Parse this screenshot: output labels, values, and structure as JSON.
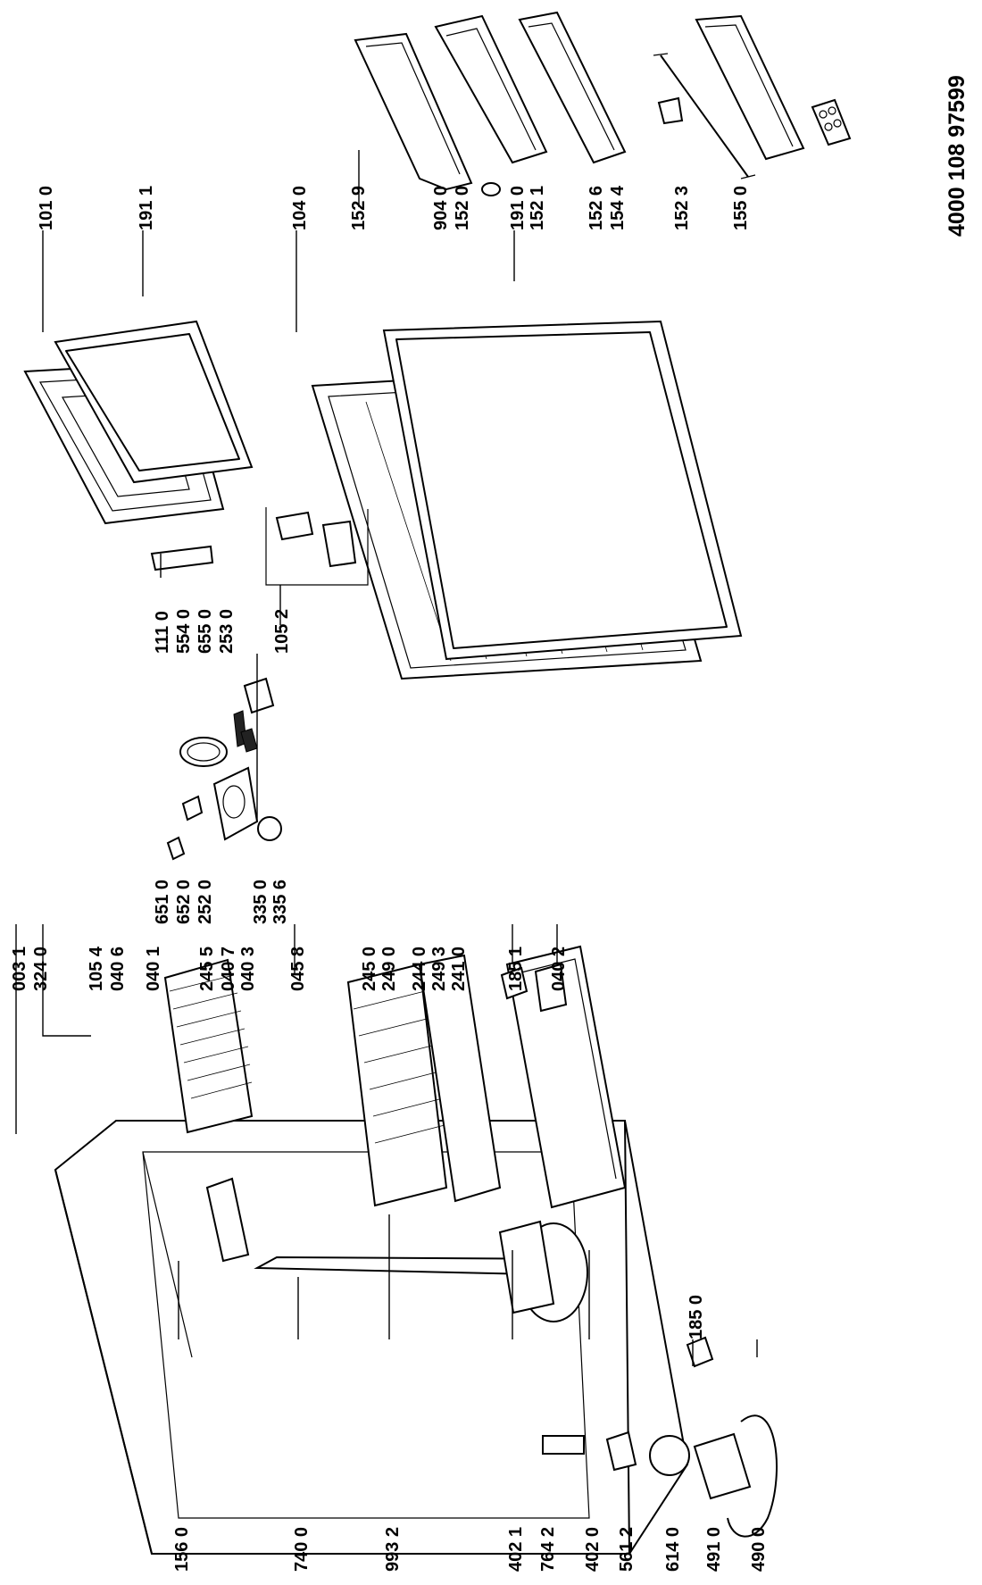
{
  "doc_number": "4000  108 97599",
  "labels": {
    "l1010": "101 0",
    "l1911a": "191 1",
    "l1040": "104 0",
    "l1529": "152 9",
    "l9040": "904 0",
    "l1520": "152 0",
    "l1910": "191 0",
    "l1521": "152 1",
    "l1526": "152 6",
    "l1544": "154 4",
    "l1523": "152 3",
    "l1550": "155 0",
    "l1110": "111 0",
    "l5540": "554 0",
    "l6550": "655 0",
    "l2530": "253 0",
    "l1052": "105 2",
    "l6510": "651 0",
    "l6520": "652 0",
    "l2520": "252 0",
    "l3350": "335 0",
    "l3356": "335 6",
    "l0031": "003 1",
    "l3240": "324 0",
    "l1054": "105 4",
    "l0406": "040 6",
    "l0401": "040 1",
    "l2455": "245 5",
    "l0407": "040 7",
    "l0403": "040 3",
    "l0458": "045 8",
    "l2450": "245 0",
    "l2490": "249 0",
    "l2440": "244 0",
    "l2493": "249 3",
    "l2410": "241 0",
    "l1851": "185 1",
    "l0402": "040 2",
    "l1560": "156 0",
    "l7400": "740 0",
    "l9932": "993 2",
    "l4021": "402 1",
    "l7642": "764 2",
    "l4020": "402 0",
    "l5612": "561 2",
    "l6140": "614 0",
    "l4910": "491 0",
    "l4900": "490 0",
    "l1850": "185 0"
  }
}
